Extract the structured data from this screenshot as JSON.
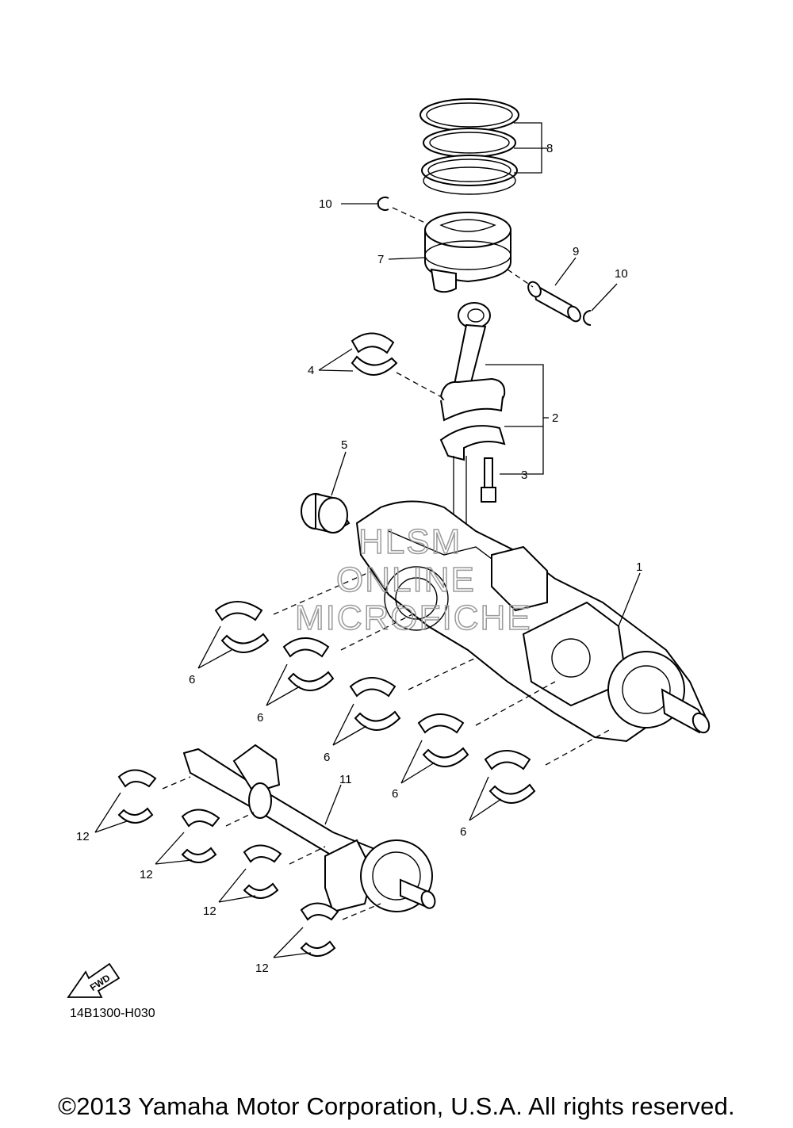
{
  "callouts": {
    "c1": "1",
    "c2": "2",
    "c3": "3",
    "c4": "4",
    "c5": "5",
    "c6a": "6",
    "c6b": "6",
    "c6c": "6",
    "c6d": "6",
    "c6e": "6",
    "c7": "7",
    "c8": "8",
    "c9": "9",
    "c10a": "10",
    "c10b": "10",
    "c11": "11",
    "c12a": "12",
    "c12b": "12",
    "c12c": "12",
    "c12d": "12"
  },
  "watermark": {
    "line1": "HLSM",
    "line2": "ONLINE",
    "line3": "MICROFICHE"
  },
  "fwd_label": "FWD",
  "diagram_code": "14B1300-H030",
  "copyright": "©2013 Yamaha Motor Corporation, U.S.A. All rights reserved."
}
